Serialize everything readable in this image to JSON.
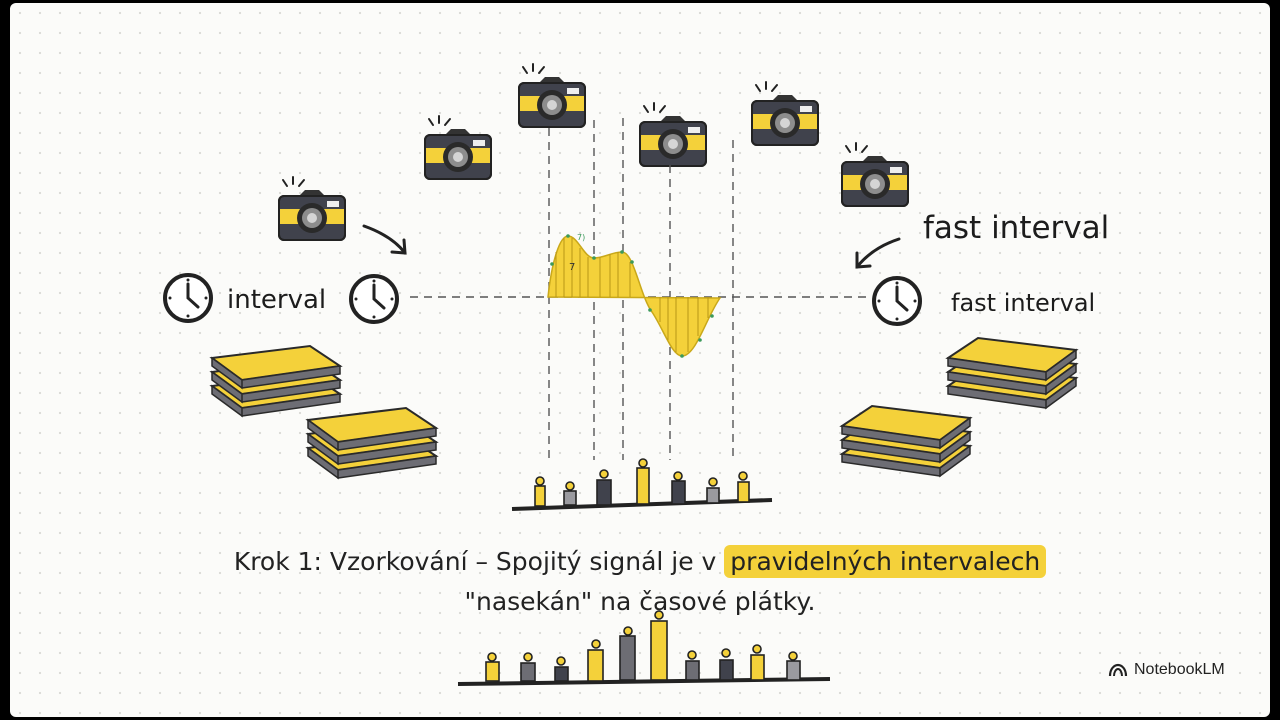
{
  "labels": {
    "left_interval": "interval",
    "right_fast_interval_large": "fast interval",
    "right_fast_interval": "fast interval"
  },
  "caption": {
    "prefix": "Krok 1: Vzorkování – Spojitý signál je v ",
    "highlight": "pravidelných intervalech",
    "line2": "\"nasekán\" na časové plátky."
  },
  "brand": {
    "name": "NotebookLM",
    "icon": "notebooklm-logo-icon"
  },
  "colors": {
    "accent": "#f4d13a",
    "ink": "#2b2b33",
    "background": "#fbfbf9"
  },
  "icons": [
    "camera-icon",
    "clock-icon",
    "arrow-icon",
    "bread-slice-stack-icon"
  ],
  "graph_annotations": {
    "peak_label": "7",
    "peak_small_label": "7)"
  }
}
